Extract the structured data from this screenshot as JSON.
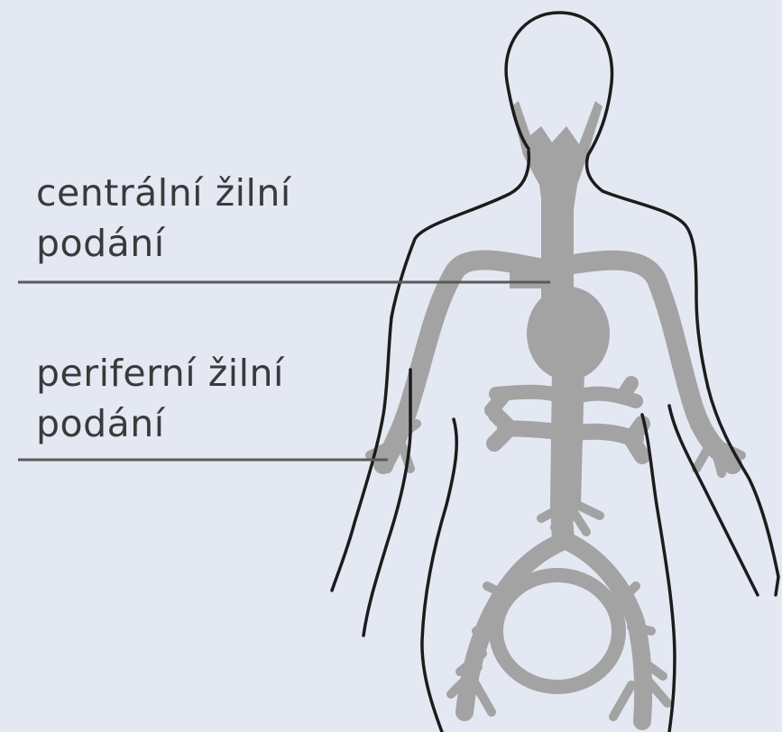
{
  "labels": {
    "central": {
      "line1": "centrální žilní",
      "line2": "podání"
    },
    "peripheral": {
      "line1": "periferní žilní",
      "line2": "podání"
    }
  },
  "colors": {
    "background": "#e4e8f3",
    "outline": "#1c1c1c",
    "veins": "#a3a3a3",
    "pointer_line": "#5a5a5a",
    "text": "#3a3a3a"
  }
}
